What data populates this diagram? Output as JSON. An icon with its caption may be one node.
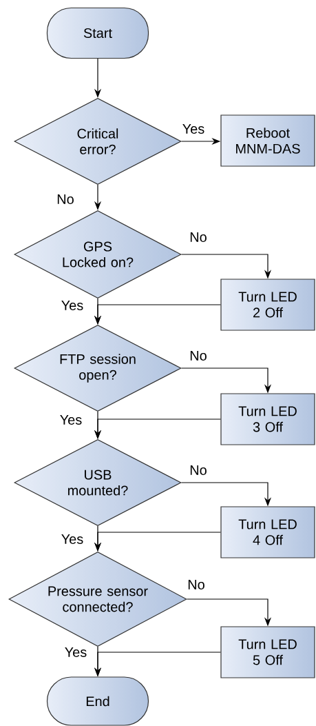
{
  "diagram": {
    "nodes": [
      {
        "text": [
          "Start"
        ]
      },
      {
        "text": [
          "Critical error?"
        ]
      },
      {
        "text": [
          "Reboot MNM-DAS"
        ]
      },
      {
        "text": [
          "GPS Locked on?"
        ]
      },
      {
        "text": [
          "Turn LED 2 Off"
        ]
      },
      {
        "text": [
          "FTP session open?"
        ]
      },
      {
        "text": [
          "Turn LED 3 Off"
        ]
      },
      {
        "text": [
          "USB mounted?"
        ]
      },
      {
        "text": [
          "Turn LED 4 Off"
        ]
      },
      {
        "text": [
          "Pressure sensor connected?"
        ]
      },
      {
        "text": [
          "Turn LED 5 Off"
        ]
      },
      {
        "text": [
          "End"
        ]
      }
    ],
    "edges": [
      {
        "from": 0,
        "to": 1,
        "arrow": "to"
      },
      {
        "from": 1,
        "to": 2,
        "arrow": "to",
        "label": "Yes"
      },
      {
        "from": 1,
        "to": 3,
        "arrow": "to",
        "label": "No"
      },
      {
        "from": 3,
        "to": 4,
        "arrow": "to",
        "label": "No"
      },
      {
        "from": 3,
        "to": 5,
        "arrow": "to",
        "label": "Yes"
      },
      {
        "from": 4,
        "to": 5,
        "arrow": "to"
      },
      {
        "from": 5,
        "to": 6,
        "arrow": "to",
        "label": "No"
      },
      {
        "from": 5,
        "to": 7,
        "arrow": "to",
        "label": "Yes"
      },
      {
        "from": 6,
        "to": 7,
        "arrow": "to"
      },
      {
        "from": 7,
        "to": 8,
        "arrow": "to",
        "label": "No"
      },
      {
        "from": 7,
        "to": 9,
        "arrow": "to",
        "label": "Yes"
      },
      {
        "from": 8,
        "to": 9,
        "arrow": "to"
      },
      {
        "from": 9,
        "to": 10,
        "arrow": "to",
        "label": "No"
      },
      {
        "from": 9,
        "to": 11,
        "arrow": "to",
        "label": "Yes"
      },
      {
        "from": 10,
        "to": 11,
        "arrow": "to"
      }
    ]
  }
}
